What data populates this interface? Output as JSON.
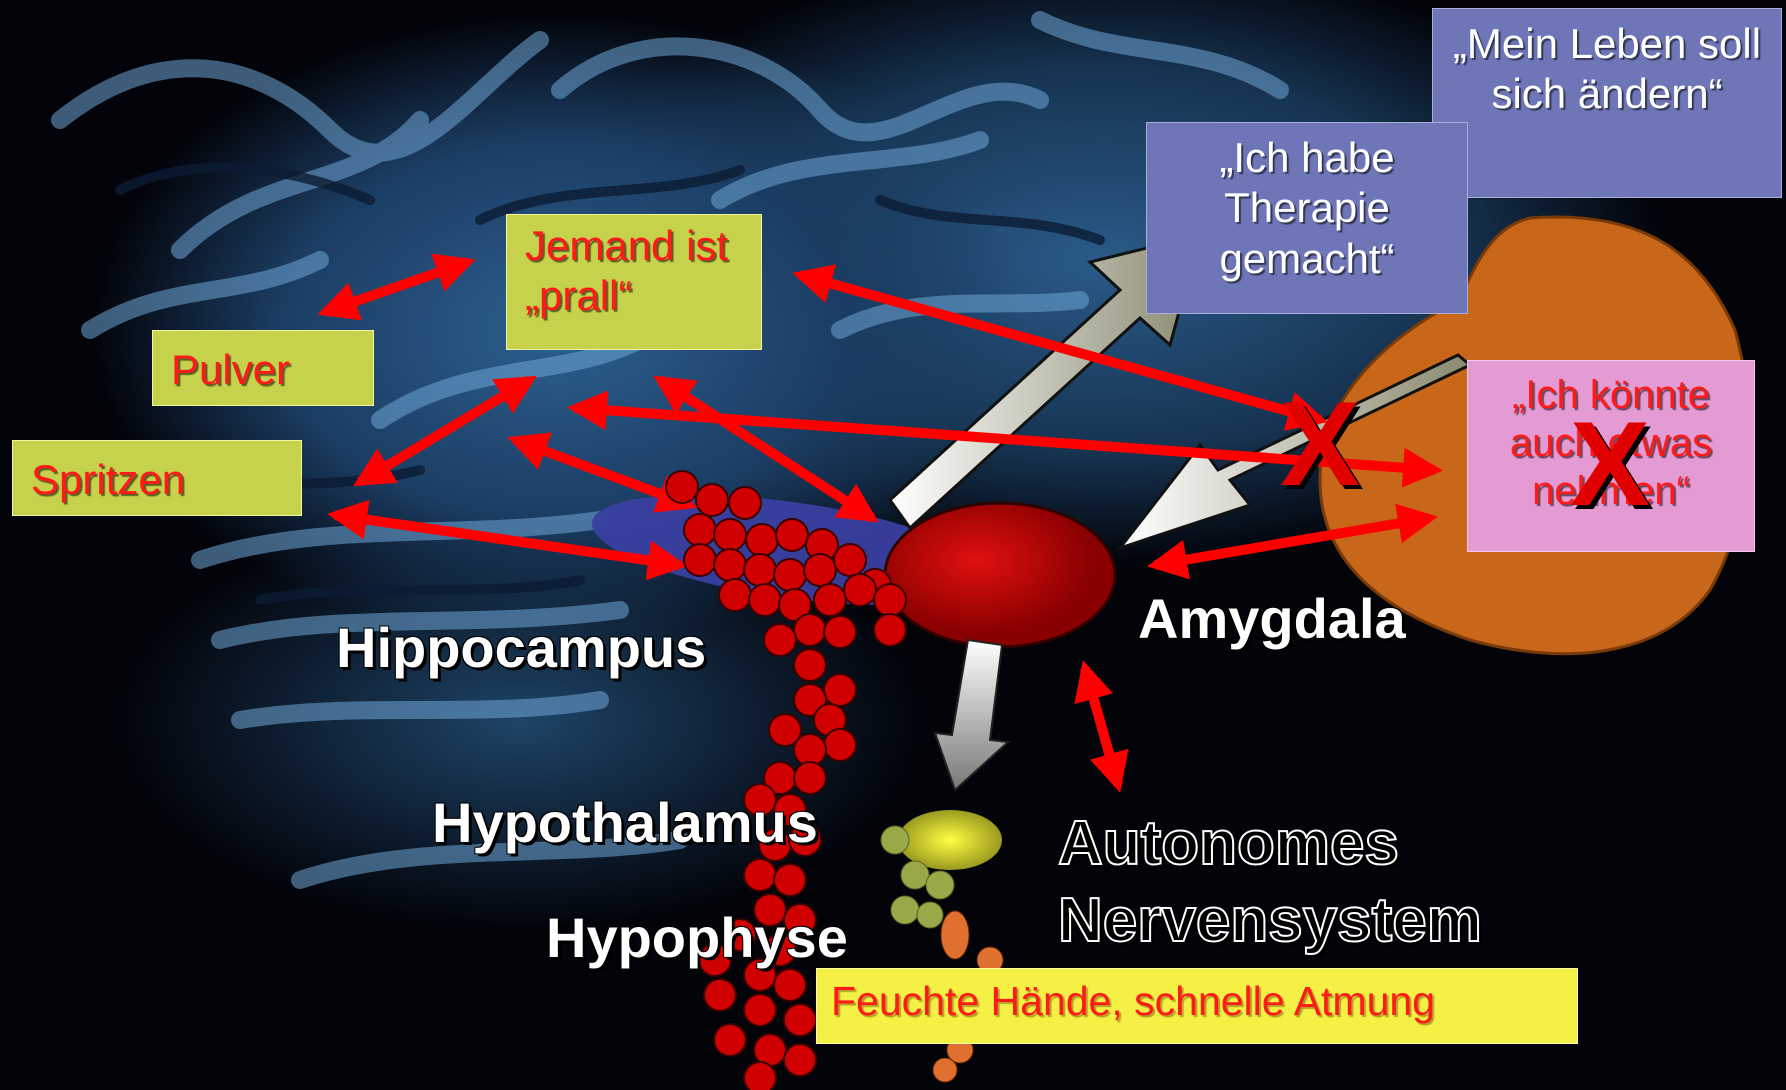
{
  "boxes": {
    "jemand": "Jemand ist „prall“",
    "pulver": "Pulver",
    "spritzen": "Spritzen",
    "therapie": "„Ich habe Therapie gemacht“",
    "leben": "„Mein Leben soll sich ändern“",
    "koennte": "„Ich könnte auch etwas nehmen“",
    "symptome": "Feuchte Hände, schnelle Atmung"
  },
  "labels": {
    "hippocampus": "Hippocampus",
    "amygdala": "Amygdala",
    "hypothalamus": "Hypothalamus",
    "hypophyse": "Hypophyse",
    "autonomes": "Autonomes",
    "nervensystem": "Nervensystem"
  },
  "marks": {
    "cross_left": "X",
    "cross_right": "X"
  },
  "colors": {
    "arrow_red": "#ff0000",
    "box_green": "#c6d24b",
    "box_blue": "#6f76b8",
    "box_pink": "#e49bd3",
    "box_yellow": "#f4f046",
    "amygdala": "#c00000",
    "cortex_region": "#c8661a",
    "hippocampus": "#3a3fa0",
    "cell_cluster": "#d00000"
  }
}
